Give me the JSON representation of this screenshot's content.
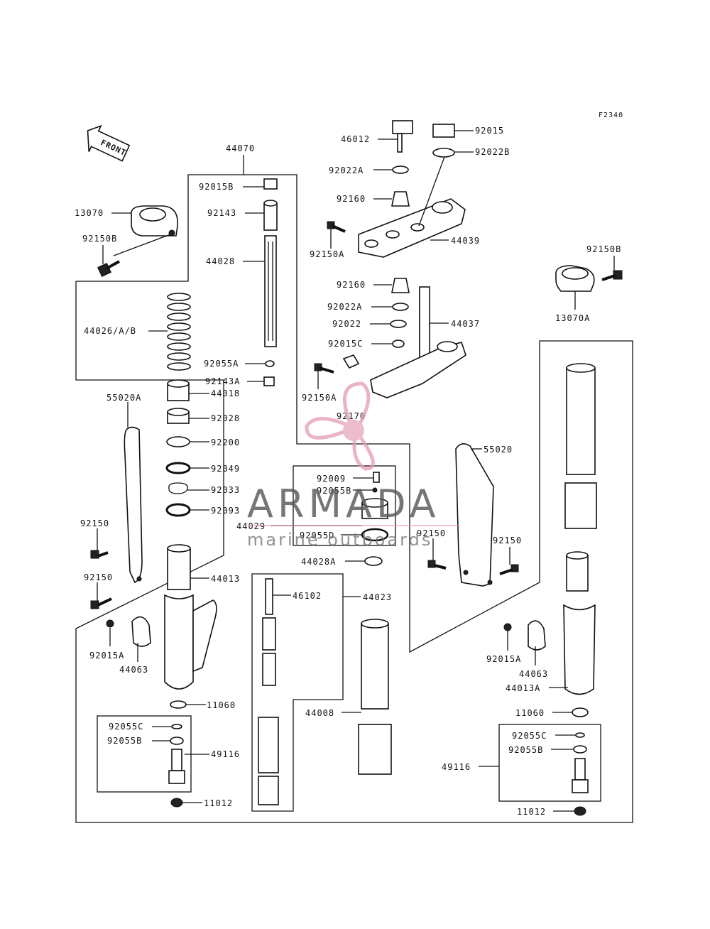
{
  "figure_code": "F2340",
  "front_label": "FRONT",
  "watermark": {
    "title": "ARMADA",
    "subtitle": "marine outboards"
  },
  "labels": {
    "l44070": "44070",
    "l92015B": "92015B",
    "l92143": "92143",
    "l44028": "44028",
    "l13070": "13070",
    "l92150B_left": "92150B",
    "l44026": "44026/A/B",
    "l92055A": "92055A",
    "l92143A": "92143A",
    "l44018": "44018",
    "l55020A": "55020A",
    "l92028": "92028",
    "l92200": "92200",
    "l92049": "92049",
    "l92033": "92033",
    "l92093": "92093",
    "l92150_a": "92150",
    "l92150_b": "92150",
    "l44013": "44013",
    "l92015A_left": "92015A",
    "l44063_left": "44063",
    "l11060_left": "11060",
    "l92055C_left": "92055C",
    "l92055B_left": "92055B",
    "l49116_left": "49116",
    "l11012_left": "11012",
    "l46012": "46012",
    "l92015": "92015",
    "l92022B": "92022B",
    "l92022A_top": "92022A",
    "l92160_top": "92160",
    "l92150A_top": "92150A",
    "l44039": "44039",
    "l92150B_right": "92150B",
    "l13070A": "13070A",
    "l92160_mid": "92160",
    "l92022A_mid": "92022A",
    "l92022": "92022",
    "l92015C": "92015C",
    "l44037": "44037",
    "l92150A_mid": "92150A",
    "l92170": "92170",
    "l92009": "92009",
    "l92055B_mid": "92055B",
    "l44029": "44029",
    "l92055D": "92055D",
    "l44028A": "44028A",
    "l55020": "55020",
    "l92150_c": "92150",
    "l92150_d": "92150",
    "l46102": "46102",
    "l44023": "44023",
    "l44008": "44008",
    "l92015A_right": "92015A",
    "l44063_right": "44063",
    "l44013A": "44013A",
    "l11060_right": "11060",
    "l92055C_right": "92055C",
    "l92055B_right": "92055B",
    "l49116_right": "49116",
    "l11012_right": "11012"
  }
}
